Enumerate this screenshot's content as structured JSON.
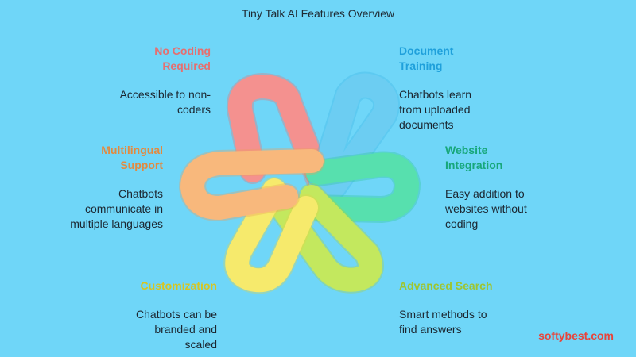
{
  "title": "Tiny Talk AI Features Overview",
  "colors": {
    "background": "#6fd6f8",
    "no_coding": "#f4918f",
    "document": "#6ccdf2",
    "website": "#57e0ae",
    "advanced": "#c3e85e",
    "customization": "#f6ea6c",
    "multilingual": "#f8b87c"
  },
  "features": [
    {
      "id": "no-coding",
      "title": "No Coding Required",
      "description": "Accessible to non-coders",
      "color": "#e56f70"
    },
    {
      "id": "document-training",
      "title": "Document Training",
      "description": "Chatbots learn from uploaded documents",
      "color": "#1fa0db"
    },
    {
      "id": "multilingual",
      "title": "Multilingual Support",
      "description": "Chatbots communicate in multiple languages",
      "color": "#e28a3f"
    },
    {
      "id": "website-integration",
      "title": "Website Integration",
      "description": "Easy addition to websites without coding",
      "color": "#17a77a"
    },
    {
      "id": "customization",
      "title": "Customization",
      "description": "Chatbots can be branded and scaled",
      "color": "#d6c522"
    },
    {
      "id": "advanced-search",
      "title": "Advanced Search",
      "description": "Smart methods to find answers",
      "color": "#9ec531"
    }
  ],
  "watermark": "softybest.com"
}
